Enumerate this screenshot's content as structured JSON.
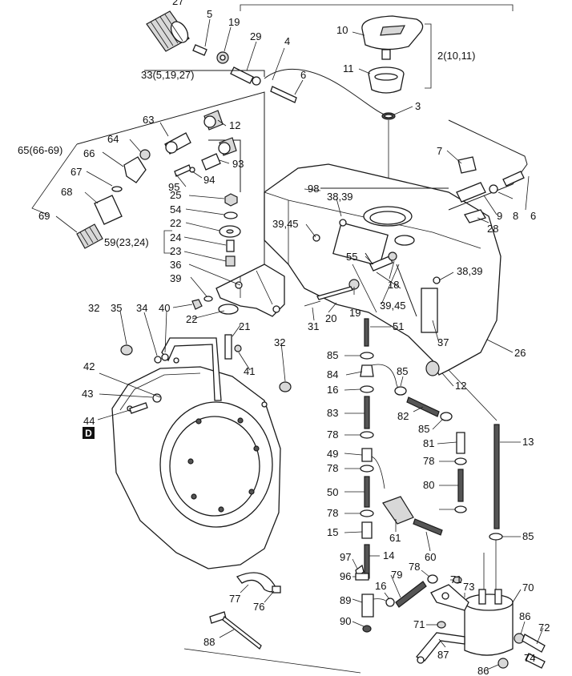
{
  "diagram": {
    "labels": [
      "27",
      "5",
      "19",
      "29",
      "4",
      "10",
      "2(10,11)",
      "11",
      "6",
      "33(5,19,27)",
      "3",
      "63",
      "12",
      "64",
      "65(66-69)",
      "66",
      "93",
      "67",
      "94",
      "95",
      "7",
      "68",
      "25",
      "98",
      "38,39",
      "6",
      "8",
      "9",
      "54",
      "39,45",
      "28",
      "69",
      "22",
      "59(23,24)",
      "24",
      "23",
      "55",
      "36",
      "38,39",
      "18",
      "39",
      "40",
      "19",
      "39,45",
      "22",
      "32",
      "35",
      "34",
      "21",
      "20",
      "31",
      "51",
      "32",
      "37",
      "26",
      "42",
      "85",
      "84",
      "41",
      "85",
      "12",
      "16",
      "43",
      "82",
      "83",
      "44",
      "85",
      "78",
      "81",
      "13",
      "49",
      "78",
      "78",
      "50",
      "80",
      "78",
      "61",
      "85",
      "15",
      "60",
      "14",
      "97",
      "78",
      "71",
      "73",
      "70",
      "96",
      "79",
      "16",
      "77",
      "76",
      "89",
      "71",
      "86",
      "72",
      "90",
      "88",
      "87",
      "74",
      "86"
    ],
    "section_badge": "D"
  }
}
